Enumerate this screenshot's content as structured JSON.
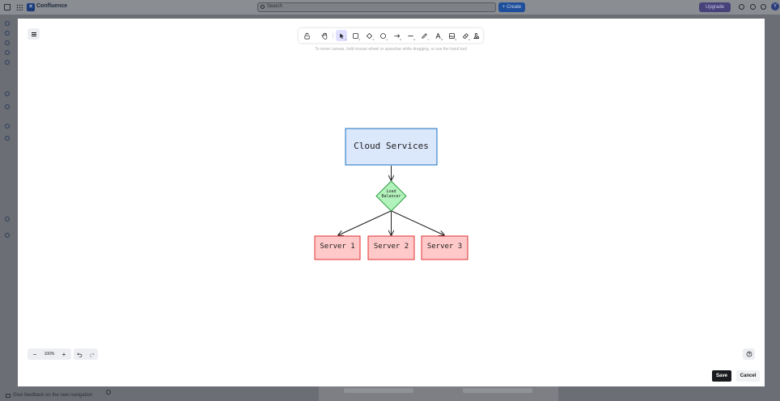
{
  "app": {
    "name": "Confluence",
    "search_placeholder": "Search",
    "create_label": "+ Create",
    "upgrade_label": "Upgrade",
    "avatar_initial": "Y",
    "feedback_label": "Give feedback on the new navigation"
  },
  "whiteboard": {
    "hint": "To move canvas, hold mouse wheel or spacebar while dragging, or use the hand tool",
    "zoom_level": "100%",
    "zoom_out": "−",
    "zoom_in": "+",
    "save_label": "Save",
    "cancel_label": "Cancel",
    "toolbar": {
      "tools": [
        {
          "name": "lock-icon",
          "key": ""
        },
        {
          "name": "hand-icon",
          "key": ""
        },
        {
          "name": "selection-icon",
          "key": "1",
          "active": true
        },
        {
          "name": "rectangle-icon",
          "key": "2"
        },
        {
          "name": "diamond-icon",
          "key": "3"
        },
        {
          "name": "ellipse-icon",
          "key": "4"
        },
        {
          "name": "arrow-icon",
          "key": "5"
        },
        {
          "name": "line-icon",
          "key": "6"
        },
        {
          "name": "pencil-icon",
          "key": "7"
        },
        {
          "name": "text-icon",
          "key": "8"
        },
        {
          "name": "image-icon",
          "key": "9"
        },
        {
          "name": "eraser-icon",
          "key": "0"
        },
        {
          "name": "shapes-library-icon",
          "key": ""
        }
      ]
    },
    "diagram": {
      "cloud_label": "Cloud Services",
      "lb_line1": "Load",
      "lb_line2": "Balancer",
      "servers": [
        "Server 1",
        "Server 2",
        "Server 3"
      ]
    }
  },
  "colors": {
    "cloud_fill": "#dbe7fb",
    "cloud_stroke": "#1971c2",
    "lb_fill": "#b2f2bb",
    "lb_stroke": "#2f9e44",
    "server_fill": "#ffc9c9",
    "server_stroke": "#e03131",
    "accent": "#e0dfff"
  }
}
